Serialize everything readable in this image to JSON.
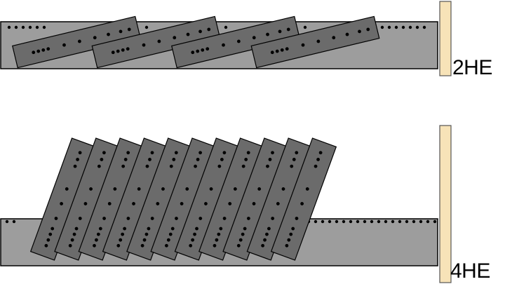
{
  "labels": {
    "top": "2HE",
    "bottom": "4HE"
  },
  "colors": {
    "background": "#ffffff",
    "rail_fill": "#9d9d9d",
    "module_fill": "#6b6b6b",
    "outline": "#000000",
    "dot": "#000000",
    "end_stop_fill": "#f7e3b8",
    "end_stop_stroke": "#555555"
  },
  "rows": [
    {
      "name": "2HE",
      "module_count": 4,
      "icons": [
        "rack-rail",
        "tilted-module",
        "end-stop"
      ]
    },
    {
      "name": "4HE",
      "module_count": 11,
      "icons": [
        "rack-rail",
        "tilted-module",
        "end-stop"
      ]
    }
  ]
}
